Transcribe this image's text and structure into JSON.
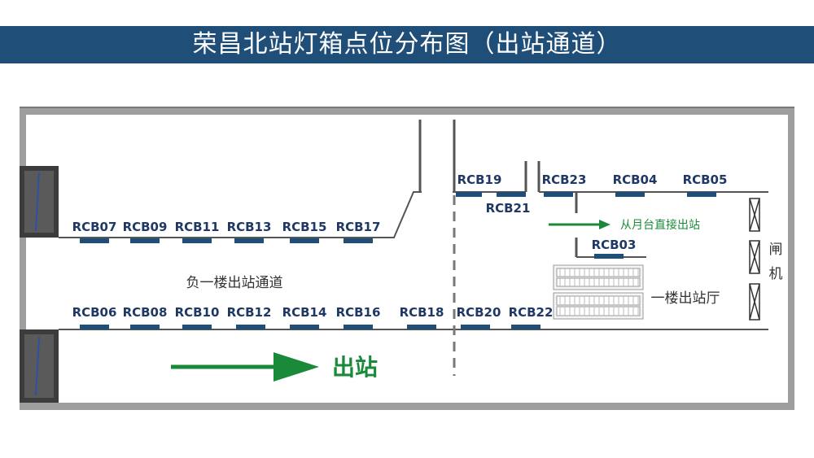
{
  "title": "荣昌北站灯箱点位分布图（出站通道）",
  "colors": {
    "title_bg": "#1f4e79",
    "wall": "#9e9e9e",
    "box": "#1f4e79",
    "label": "#1f3864",
    "exit_arrow": "#1a8a3a"
  },
  "boxes_top_row": [
    "RCB07",
    "RCB09",
    "RCB11",
    "RCB13",
    "RCB15",
    "RCB17"
  ],
  "boxes_bottom_row": [
    "RCB06",
    "RCB08",
    "RCB10",
    "RCB12",
    "RCB14",
    "RCB16",
    "RCB18",
    "RCB20",
    "RCB22"
  ],
  "boxes_right_area": [
    "RCB19",
    "RCB21",
    "RCB23",
    "RCB04",
    "RCB05",
    "RCB03"
  ],
  "labels": {
    "corridor": "负一楼出站通道",
    "platform_path": "从月台直接出站",
    "hall": "一楼出站厅",
    "gate_1": "闸",
    "gate_2": "机",
    "exit": "出站"
  },
  "icons": [
    "right-arrow-icon",
    "right-arrow-icon",
    "escalator-icon",
    "gate-icon",
    "stair-icon"
  ]
}
